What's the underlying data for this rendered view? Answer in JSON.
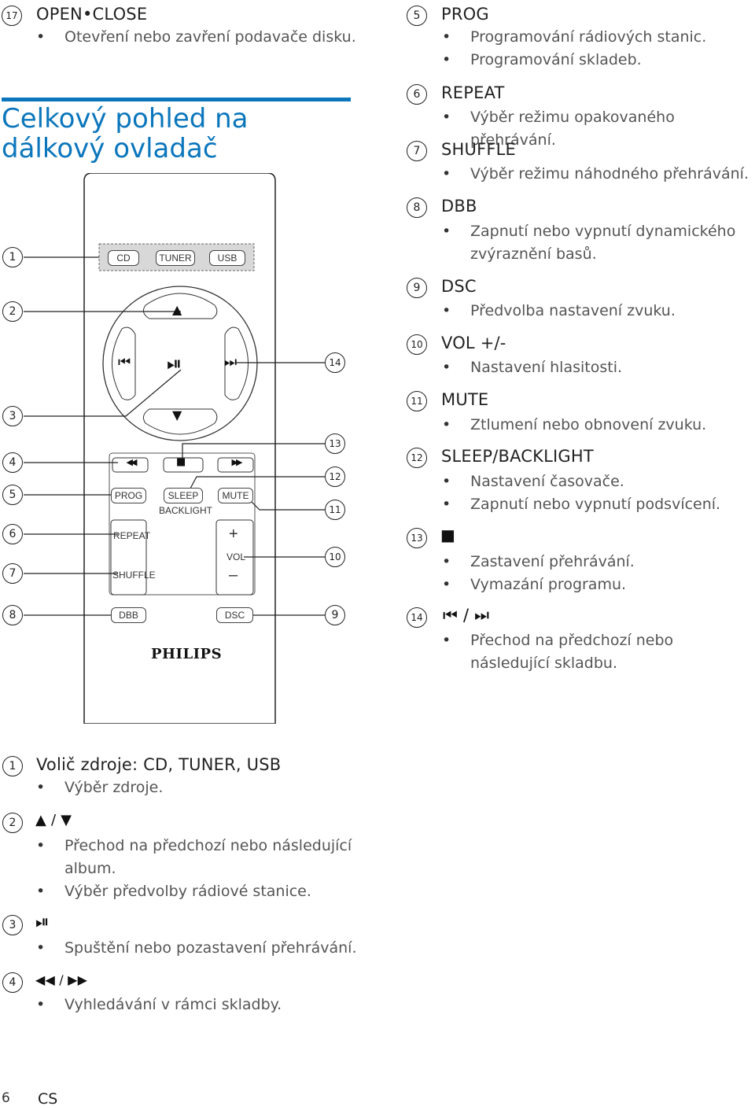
{
  "top_item": {
    "num": "17",
    "heading": "OPEN•CLOSE",
    "bullets": [
      "Otevření nebo zavření podavače disku."
    ]
  },
  "section_title": "Celkový pohled na dálkový ovladač",
  "remote": {
    "source_buttons": [
      "CD",
      "TUNER",
      "USB"
    ],
    "nav_glyphs": {
      "up": "▲",
      "down": "▼",
      "prev": "⏮",
      "play": "⏯",
      "next": "⏭"
    },
    "transport_glyphs": {
      "rew": "◀◀",
      "stop": "■",
      "ffw": "▶▶"
    },
    "buttons": {
      "prog": "PROG",
      "sleep": "SLEEP",
      "backlight": "BACKLIGHT",
      "mute": "MUTE",
      "repeat": "REPEAT",
      "shuffle": "SHUFFLE",
      "vol_plus": "+",
      "vol": "VOL",
      "vol_minus": "–",
      "dbb": "DBB",
      "dsc": "DSC"
    },
    "brand": "PHILIPS",
    "callouts_left": [
      "1",
      "2",
      "3",
      "4",
      "5",
      "6",
      "7",
      "8"
    ],
    "callouts_right": [
      "14",
      "13",
      "12",
      "11",
      "10",
      "9"
    ]
  },
  "right_items": [
    {
      "num": "5",
      "heading": "PROG",
      "bullets": [
        "Programování rádiových stanic.",
        "Programování skladeb."
      ]
    },
    {
      "num": "6",
      "heading": "REPEAT",
      "bullets": [
        "Výběr režimu opakovaného přehrávání."
      ]
    },
    {
      "num": "7",
      "heading": "SHUFFLE",
      "bullets": [
        "Výběr režimu náhodného přehrávání."
      ]
    },
    {
      "num": "8",
      "heading": "DBB",
      "bullets": [
        "Zapnutí nebo vypnutí dynamického zvýraznění basů."
      ]
    },
    {
      "num": "9",
      "heading": "DSC",
      "bullets": [
        "Předvolba nastavení zvuku."
      ]
    },
    {
      "num": "10",
      "heading": "VOL +/-",
      "bullets": [
        "Nastavení hlasitosti."
      ]
    },
    {
      "num": "11",
      "heading": "MUTE",
      "bullets": [
        "Ztlumení nebo obnovení zvuku."
      ]
    },
    {
      "num": "12",
      "heading": "SLEEP/BACKLIGHT",
      "bullets": [
        "Nastavení časovače.",
        "Zapnutí nebo vypnutí podsvícení."
      ]
    },
    {
      "num": "13",
      "heading": "■",
      "bullets": [
        "Zastavení přehrávání.",
        "Vymazání programu."
      ]
    },
    {
      "num": "14",
      "heading": "⏮ / ⏭",
      "bullets": [
        "Přechod na předchozí nebo následující skladbu."
      ]
    }
  ],
  "bottom_items": [
    {
      "num": "1",
      "heading": "Volič zdroje: CD, TUNER, USB",
      "bullets": [
        "Výběr zdroje."
      ]
    },
    {
      "num": "2",
      "heading": "▲ / ▼",
      "bullets": [
        "Přechod na předchozí nebo následující album.",
        "Výběr předvolby rádiové stanice."
      ]
    },
    {
      "num": "3",
      "heading": "⏯",
      "bullets": [
        "Spuštění nebo pozastavení přehrávání."
      ]
    },
    {
      "num": "4",
      "heading": "◀◀ / ▶▶",
      "bullets": [
        "Vyhledávání v rámci skladby."
      ]
    }
  ],
  "footer": {
    "page": "6",
    "lang": "CS"
  },
  "colors": {
    "accent": "#0b76bc",
    "text": "#333333"
  }
}
